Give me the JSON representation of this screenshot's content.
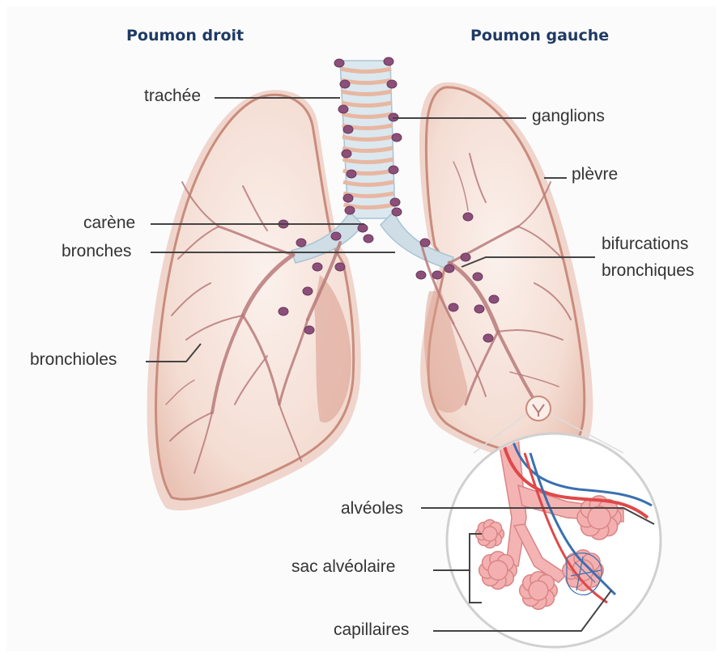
{
  "headers": {
    "right_lung": "Poumon droit",
    "left_lung": "Poumon gauche"
  },
  "labels": {
    "trachea": "trachée",
    "ganglions": "ganglions",
    "pleura": "plèvre",
    "carina": "carène",
    "bronchi": "bronches",
    "bifurcations_line1": "bifurcations",
    "bifurcations_line2": "bronchiques",
    "bronchioles": "bronchioles",
    "alveoles": "alvéoles",
    "alveolar_sac": "sac alvéolaire",
    "capillaries": "capillaires"
  },
  "colors": {
    "header_text": "#1f3a64",
    "label_text": "#333333",
    "leader_line": "#444444",
    "lung_fill": "#f6e3dc",
    "lung_outline": "#c98c7c",
    "airway": "#b87a7a",
    "node": "#8b4f7a",
    "trachea_ring": "#c9dde8",
    "alveoli": "#f2a9a9",
    "artery": "#e04848",
    "vein": "#3a6fb0"
  }
}
